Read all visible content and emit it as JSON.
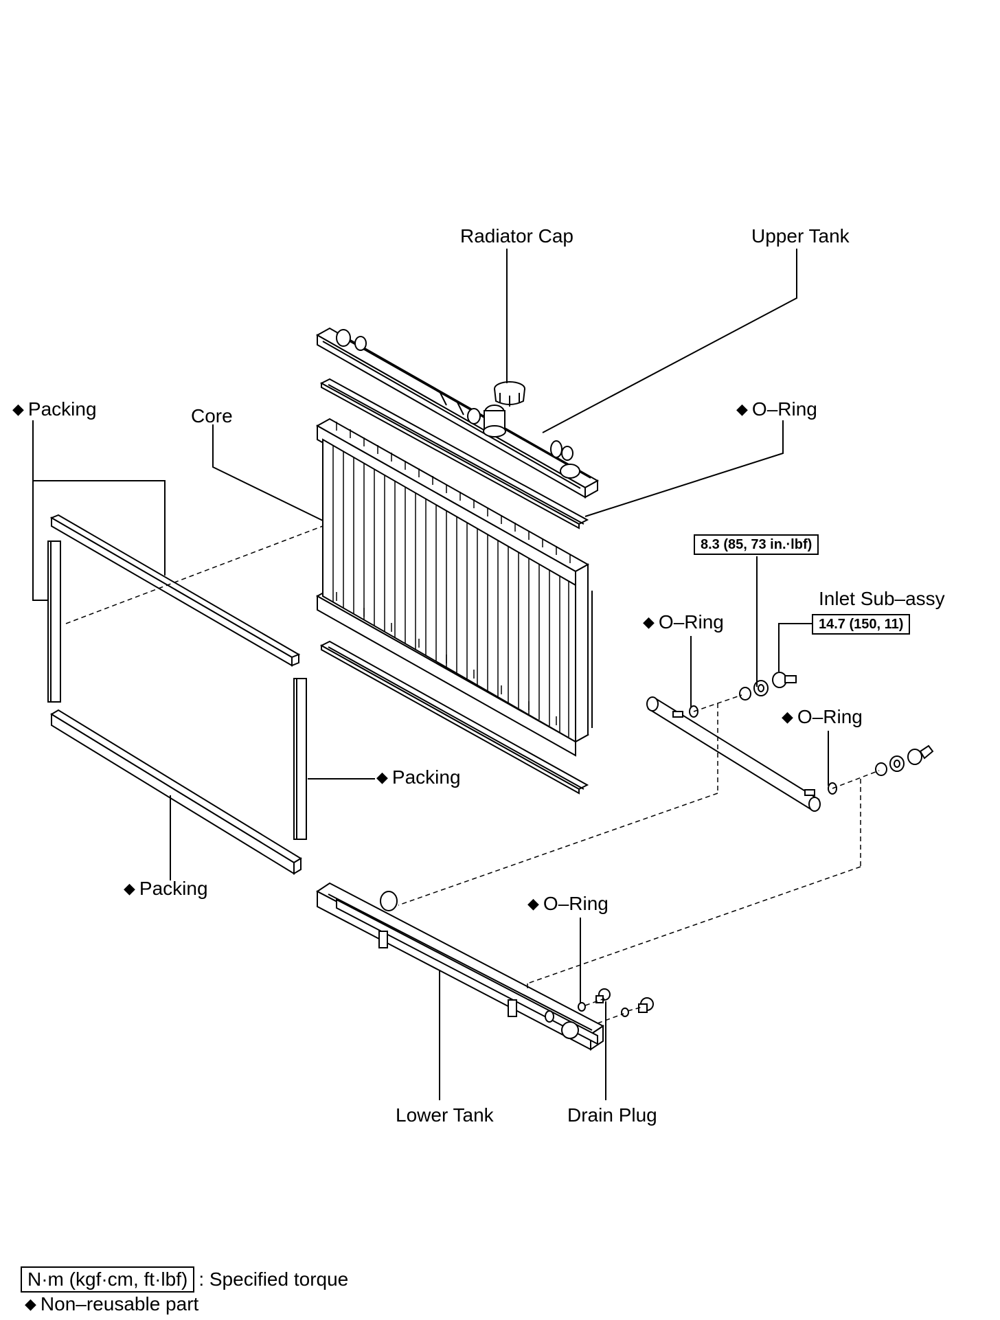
{
  "labels": {
    "radiator_cap": "Radiator Cap",
    "upper_tank": "Upper Tank",
    "packing_top_left": "Packing",
    "core": "Core",
    "o_ring_upper": "O–Ring",
    "inlet_sub_assy": "Inlet Sub–assy",
    "o_ring_mid_left": "O–Ring",
    "o_ring_mid_right": "O–Ring",
    "packing_right": "Packing",
    "packing_bottom": "Packing",
    "o_ring_lower": "O–Ring",
    "lower_tank": "Lower Tank",
    "drain_plug": "Drain Plug"
  },
  "non_reusable_symbol": "◆",
  "torques": {
    "upper": "8.3 (85, 73 in.·lbf)",
    "inlet": "14.7 (150, 11)"
  },
  "legend": {
    "torque_unit": "N·m (kgf·cm, ft·lbf)",
    "torque_desc": ": Specified torque",
    "non_reusable": "Non–reusable part"
  }
}
